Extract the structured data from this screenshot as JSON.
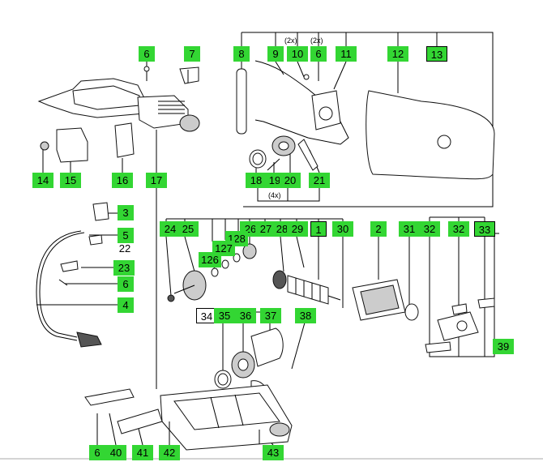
{
  "labels": {
    "l6a": "6",
    "l7": "7",
    "l8": "8",
    "l9": "9",
    "l10": "10",
    "l6b": "6",
    "l11": "11",
    "l12": "12",
    "l13": "13",
    "l14": "14",
    "l15": "15",
    "l16": "16",
    "l17": "17",
    "l18": "18",
    "l19": "19",
    "l20": "20",
    "l21": "21",
    "l3": "3",
    "l5": "5",
    "l22": "22",
    "l23": "23",
    "l6c": "6",
    "l4": "4",
    "l24": "24",
    "l25": "25",
    "l26": "26",
    "l27": "27",
    "l28": "28",
    "l29": "29",
    "l1": "1",
    "l30": "30",
    "l2": "2",
    "l31": "31",
    "l32a": "32",
    "l32b": "32",
    "l33": "33",
    "l127": "127",
    "l128": "128",
    "l126": "126",
    "l34": "34",
    "l35": "35",
    "l36": "36",
    "l37": "37",
    "l38": "38",
    "l39": "39",
    "l6d": "6",
    "l40": "40",
    "l41": "41",
    "l42": "42",
    "l43": "43"
  },
  "notes": {
    "qty9": "(2x)",
    "qty6": "(2x)",
    "qty4x": "(4x)"
  },
  "colors": {
    "label_fill": "#33d633",
    "line": "#000000",
    "panel_border": "#999999"
  }
}
